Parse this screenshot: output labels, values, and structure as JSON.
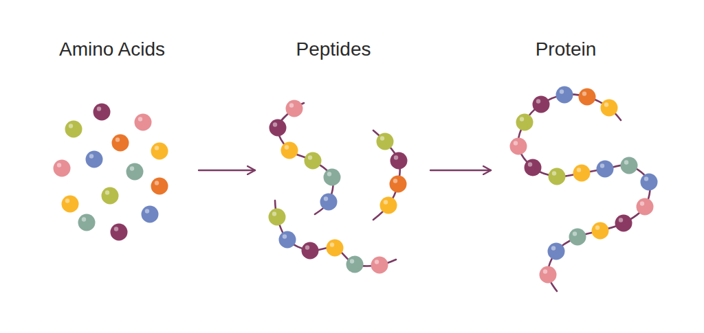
{
  "diagram": {
    "nodes": [
      {
        "text": [
          "Amino Acids"
        ]
      },
      {
        "text": [
          "Peptides"
        ]
      },
      {
        "text": [
          "Protein"
        ]
      }
    ],
    "edges": [
      {
        "from": 0,
        "to": 1,
        "arrow": "to"
      },
      {
        "from": 1,
        "to": 2,
        "arrow": "to"
      }
    ]
  }
}
